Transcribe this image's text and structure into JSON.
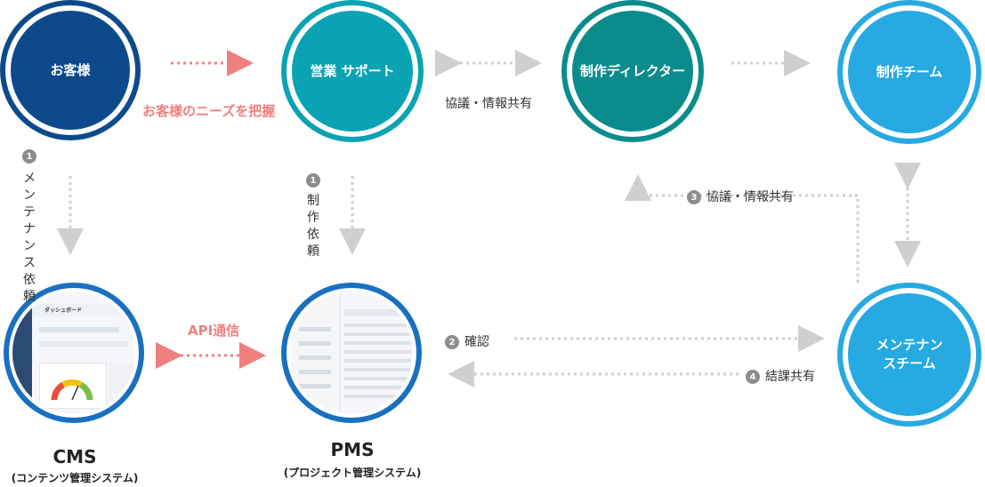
{
  "nodes": {
    "customer": "お客様",
    "sales": "営業 サポート",
    "director": "制作ディレクター",
    "production": "制作チーム",
    "maintenance_line1": "メンテナン",
    "maintenance_line2": "スチーム"
  },
  "labels": {
    "needs": "お客様のニーズを把握",
    "consult_top": "協議・情報共有",
    "consult_mid": "協議・情報共有",
    "api": "API通信",
    "confirm": "確認",
    "result_share": "結課共有"
  },
  "badges": {
    "one_a": "1",
    "one_b": "1",
    "two": "2",
    "three": "3",
    "four": "4"
  },
  "vertical": {
    "maintenance_request": "メンテナンス依頼",
    "production_request": "制作依頼"
  },
  "systems": {
    "cms_name": "CMS",
    "cms_desc": "(コンテンツ管理システム)",
    "pms_name": "PMS",
    "pms_desc": "(プロジェクト管理システム)"
  },
  "cms_screen": {
    "title": "ダッシュボード"
  },
  "colors": {
    "navy": "#0d4a8c",
    "teal": "#0aa3b4",
    "dark_teal": "#0b8c8c",
    "sky": "#27a9e1",
    "pink": "#f08080",
    "gray": "#bfbfbf"
  }
}
